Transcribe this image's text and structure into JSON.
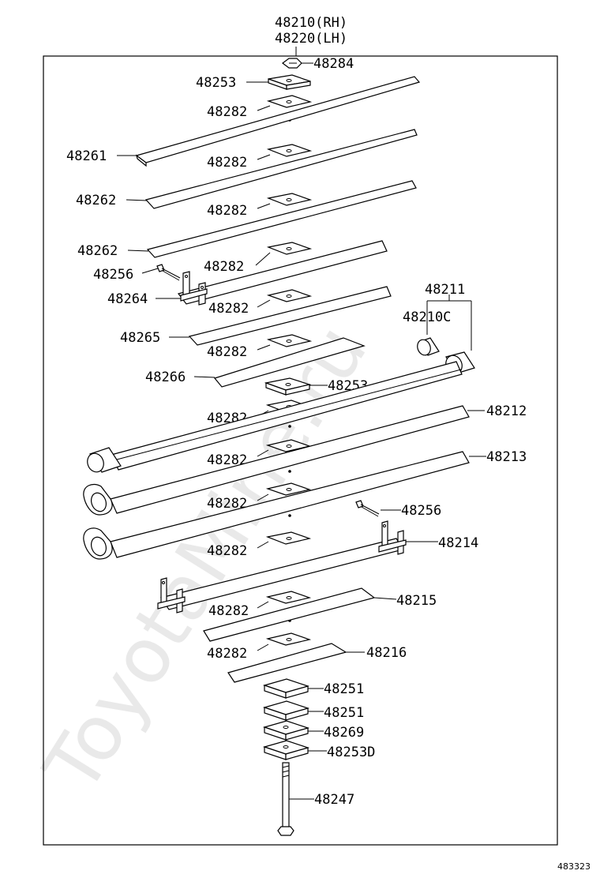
{
  "header": {
    "line1": "48210(RH)",
    "line2": "48220(LH)"
  },
  "watermark": "ToyotaMine.ru",
  "figure_number": "483323",
  "labels": {
    "p48284": "48284",
    "p48253_top": "48253",
    "p48282_1": "48282",
    "p48261": "48261",
    "p48282_2": "48282",
    "p48262_a": "48262",
    "p48282_3": "48282",
    "p48262_b": "48262",
    "p48282_4": "48282",
    "p48256_a": "48256",
    "p48264": "48264",
    "p48282_5": "48282",
    "p48211": "48211",
    "p48210c": "48210C",
    "p48265": "48265",
    "p48282_6": "48282",
    "p48266": "48266",
    "p48253_mid": "48253",
    "p48282_7": "48282",
    "p48212": "48212",
    "p48282_8": "48282",
    "p48213": "48213",
    "p48282_9": "48282",
    "p48256_b": "48256",
    "p48282_10": "48282",
    "p48214": "48214",
    "p48282_11": "48282",
    "p48215": "48215",
    "p48282_12": "48282",
    "p48216": "48216",
    "p48251_a": "48251",
    "p48251_b": "48251",
    "p48269": "48269",
    "p48253d": "48253D",
    "p48247": "48247"
  }
}
